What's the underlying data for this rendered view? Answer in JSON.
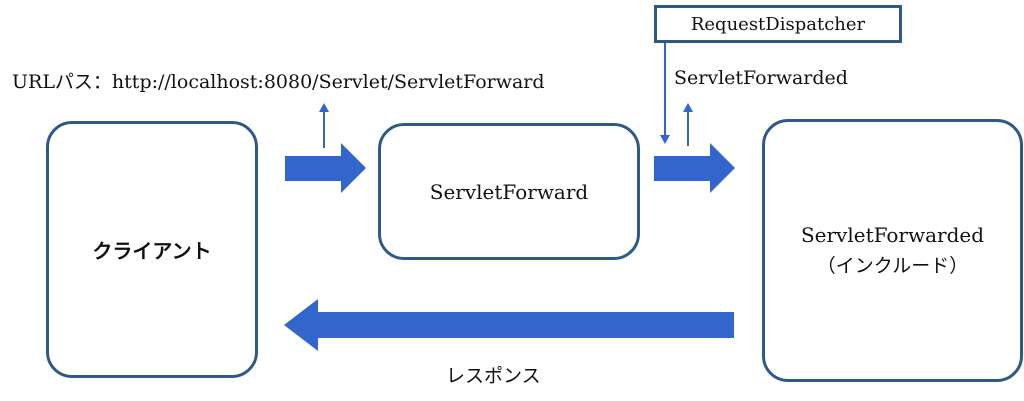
{
  "url_label": "URLパス：http://localhost:8080/Servlet/ServletForward",
  "forwarded_label": "ServletForwarded",
  "dispatcher_label": "RequestDispatcher",
  "nodes": {
    "client": "クライアント",
    "servlet_forward": "ServletForward",
    "servlet_forwarded": "ServletForwarded",
    "servlet_forwarded_note": "（インクルード）"
  },
  "response_label": "レスポンス",
  "colors": {
    "box_border": "#2f5a87",
    "arrow_fill": "#3366cc"
  }
}
